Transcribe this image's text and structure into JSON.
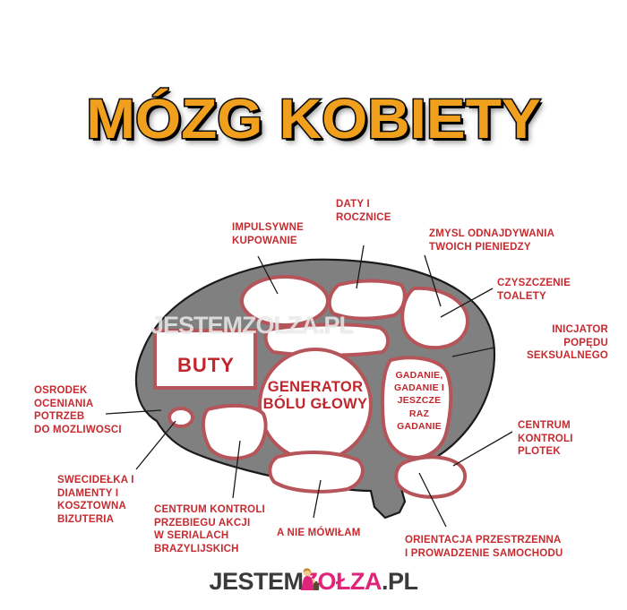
{
  "title": "MÓZG KOBIETY",
  "colors": {
    "title_fill": "#F0A01C",
    "title_stroke": "#101010",
    "label_red": "#C62B30",
    "brain_gray": "#808080",
    "brain_outline_red": "#B5555A",
    "logo_dark": "#3A3A3A",
    "logo_pink": "#E0247A",
    "background": "#FFFFFF"
  },
  "watermark": "JESTEMZOLZA.PL",
  "brain_regions": [
    {
      "id": "buty",
      "label": "BUTY"
    },
    {
      "id": "generator",
      "label": "GENERATOR\nBÓLU GŁOWY"
    },
    {
      "id": "gadanie",
      "label": "GADANIE,\nGADANIE I\nJESZCZE\nRAZ\nGADANIE"
    }
  ],
  "callouts": [
    {
      "id": "impulsywne-kupowanie",
      "label": "IMPULSYWNE\nKUPOWANIE",
      "align": "left"
    },
    {
      "id": "daty-i-rocznice",
      "label": "DATY I\nROCZNICE",
      "align": "left"
    },
    {
      "id": "zmysl-odnajdywania-pieniedzy",
      "label": "ZMYSL ODNAJDYWANIA\nTWOICH PIENIEDZY",
      "align": "left"
    },
    {
      "id": "czyszczenie-toalety",
      "label": "CZYSZCZENIE\nTOALETY",
      "align": "left"
    },
    {
      "id": "inicjator-popedu-seksualnego",
      "label": "INICJATOR\nPOPĘDU\nSEKSUALNEGO",
      "align": "right"
    },
    {
      "id": "centrum-kontroli-plotek",
      "label": "CENTRUM\nKONTROLI\nPLOTEK",
      "align": "left"
    },
    {
      "id": "orientacja-przestrzenna",
      "label": "ORIENTACJA PRZESTRZENNA\nI PROWADZENIE SAMOCHODU",
      "align": "left"
    },
    {
      "id": "a-nie-mowilam",
      "label": "A NIE MÓWIŁAM",
      "align": "left"
    },
    {
      "id": "centrum-kontroli-seriali",
      "label": "CENTRUM KONTROLI\nPRZEBIEGU AKCJI\nW SERIALACH\nBRAZYLIJSKICH",
      "align": "left"
    },
    {
      "id": "swecidelka-diamenty",
      "label": "SWECIDEŁKA I\nDIAMENTY I\nKOSZTOWNA\nBIZUTERIA",
      "align": "left"
    },
    {
      "id": "osrodek-oceniania",
      "label": "OSRODEK\nOCENIANIA\nPOTRZEB\nDO MOZLIWOSCI",
      "align": "left"
    }
  ],
  "footer": {
    "prefix": "JESTEM",
    "brand_start": "Z",
    "brand_end": "OŁZA",
    "suffix": ".PL"
  }
}
